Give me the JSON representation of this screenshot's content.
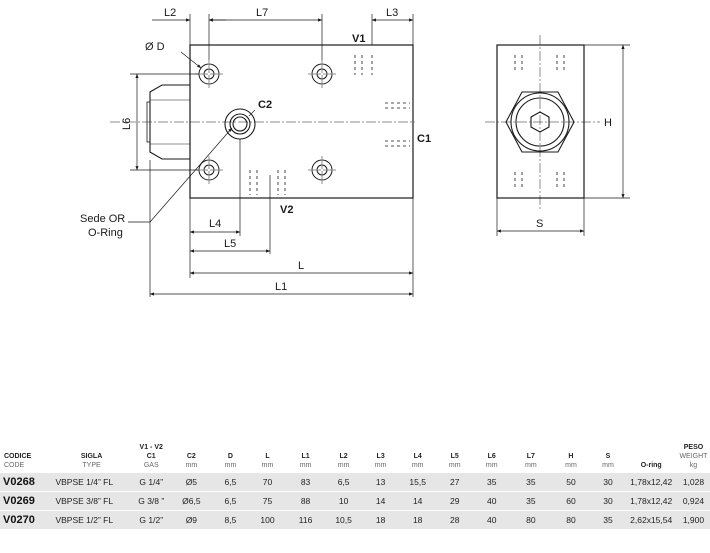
{
  "drawing": {
    "labels": {
      "l2": "L2",
      "l7": "L7",
      "l3": "L3",
      "v1": "V1",
      "d": "Ø D",
      "c2": "C2",
      "l6": "L6",
      "c1": "C1",
      "h": "H",
      "seat_it": "Sede OR",
      "seat_en": "O-Ring",
      "v2": "V2",
      "l4": "L4",
      "l5": "L5",
      "l": "L",
      "l1": "L1",
      "s": "S"
    }
  },
  "table": {
    "headers": [
      {
        "l1": "CODICE",
        "l2": "CODE"
      },
      {
        "l1": "SIGLA",
        "l2": "TYPE"
      },
      {
        "l1": "V1 - V2",
        "l1b": "C1",
        "l2": "GAS"
      },
      {
        "l1": "C2",
        "l2": ""
      },
      {
        "l1": "D",
        "l2": "mm"
      },
      {
        "l1": "L",
        "l2": "mm"
      },
      {
        "l1": "L1",
        "l2": "mm"
      },
      {
        "l1": "L2",
        "l2": "mm"
      },
      {
        "l1": "L3",
        "l2": "mm"
      },
      {
        "l1": "L4",
        "l2": "mm"
      },
      {
        "l1": "L5",
        "l2": "mm"
      },
      {
        "l1": "L6",
        "l2": "mm"
      },
      {
        "l1": "L7",
        "l2": "mm"
      },
      {
        "l1": "H",
        "l2": "mm"
      },
      {
        "l1": "S",
        "l2": "mm"
      },
      {
        "l1": "O-ring",
        "l2": ""
      },
      {
        "l1": "PESO",
        "l2": "WEIGHT",
        "l3": "kg"
      }
    ],
    "c2_unit": "mm",
    "rows": [
      {
        "code": "V0268",
        "type": "VBPSE 1/4” FL",
        "gas": "G 1/4”",
        "c2": "Ø5",
        "d": "6,5",
        "l": "70",
        "l1": "83",
        "l2": "6,5",
        "l3": "13",
        "l4": "15,5",
        "l5": "27",
        "l6": "35",
        "l7": "35",
        "h": "50",
        "s": "30",
        "oring": "1,78x12,42",
        "weight": "1,028"
      },
      {
        "code": "V0269",
        "type": "VBPSE 3/8” FL",
        "gas": "G 3/8 ”",
        "c2": "Ø6,5",
        "d": "6,5",
        "l": "75",
        "l1": "88",
        "l2": "10",
        "l3": "14",
        "l4": "14",
        "l5": "29",
        "l6": "40",
        "l7": "35",
        "h": "60",
        "s": "30",
        "oring": "1,78x12,42",
        "weight": "0,924"
      },
      {
        "code": "V0270",
        "type": "VBPSE 1/2” FL",
        "gas": "G 1/2”",
        "c2": "Ø9",
        "d": "8,5",
        "l": "100",
        "l1": "116",
        "l2": "10,5",
        "l3": "18",
        "l4": "18",
        "l5": "28",
        "l6": "40",
        "l7": "80",
        "h": "80",
        "s": "35",
        "oring": "2,62x15,54",
        "weight": "1,900"
      }
    ]
  }
}
